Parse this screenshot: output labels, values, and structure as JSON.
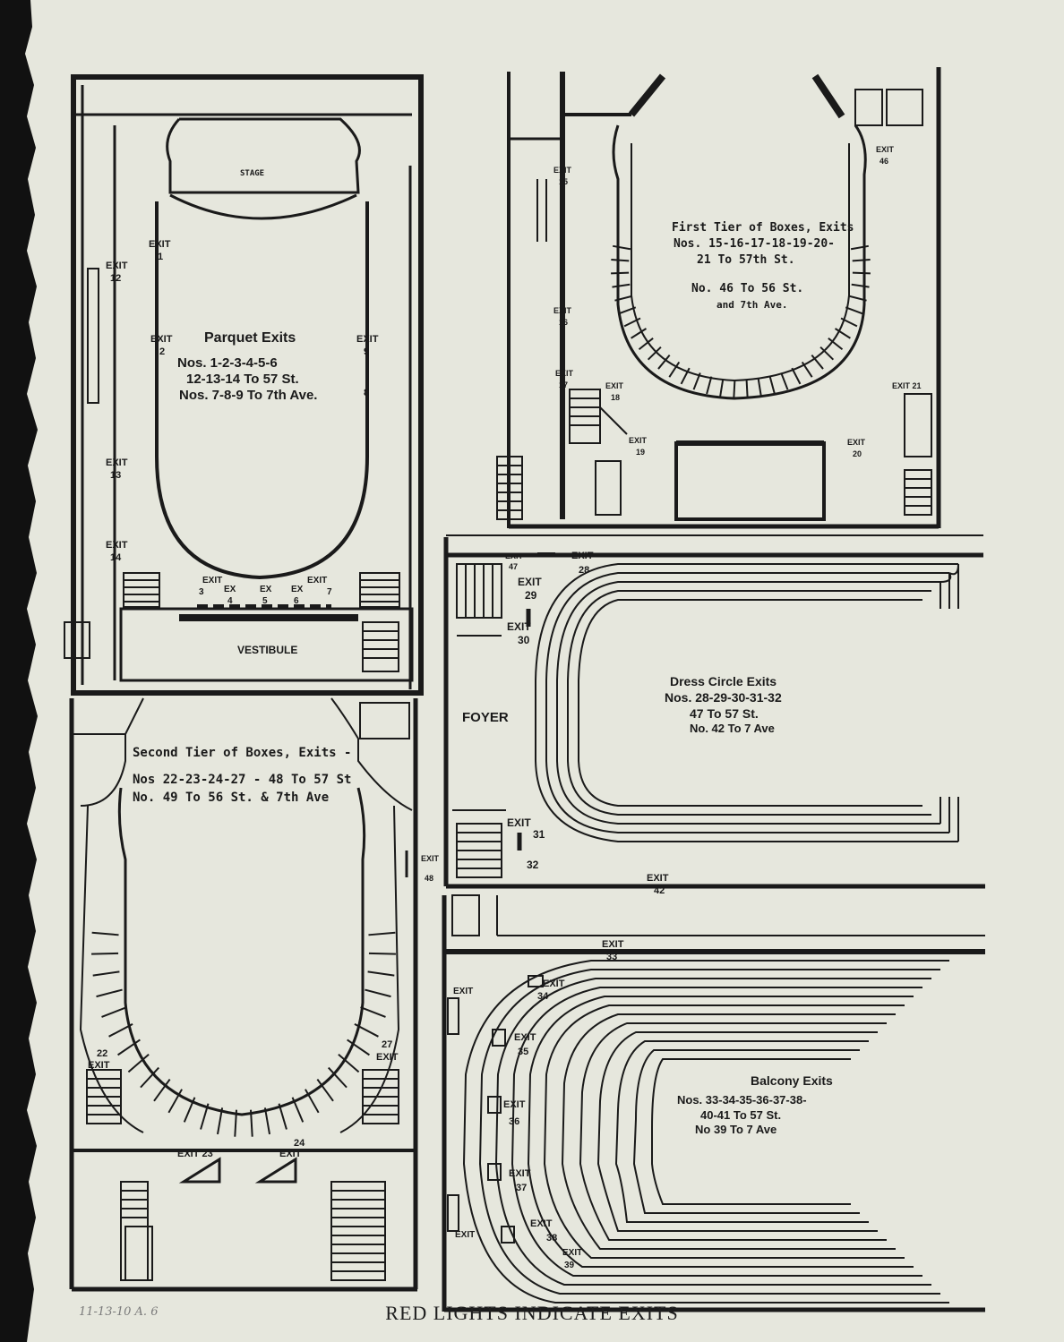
{
  "caption": "RED LIGHTS INDICATE EXITS",
  "pencil_note": "11-13-10 A. 6",
  "colors": {
    "paper": "#e6e7dd",
    "ink": "#1a1a1a",
    "scan_border": "#111111"
  },
  "parquet": {
    "stage": "STAGE",
    "title": "Parquet Exits",
    "lines": [
      "Nos. 1-2-3-4-5-6",
      "12-13-14 To 57 St.",
      "Nos. 7-8-9 To 7th Ave."
    ],
    "vestibule": "VESTIBULE",
    "exits": {
      "e1": [
        "EXIT",
        "1"
      ],
      "e2": [
        "EXIT",
        "2"
      ],
      "e12": [
        "EXIT",
        "12"
      ],
      "e13": [
        "EXIT",
        "13"
      ],
      "e14": [
        "EXIT",
        "14"
      ],
      "e9": [
        "EXIT",
        "9"
      ],
      "e8": "8",
      "e3": [
        "EXIT",
        "3"
      ],
      "e4": [
        "EX",
        "4"
      ],
      "e5": [
        "EX",
        "5"
      ],
      "e6": [
        "EX",
        "6"
      ],
      "e7": [
        "EXIT",
        "7"
      ]
    }
  },
  "first_tier": {
    "title": "First Tier of Boxes, Exits",
    "lines": [
      "Nos. 15-16-17-18-19-20-",
      "21 To 57th St.",
      "No. 46 To 56 St.",
      "and 7th Ave."
    ],
    "exits": {
      "e15": [
        "EXIT",
        "15"
      ],
      "e16": [
        "EXIT",
        "16"
      ],
      "e17": [
        "EXIT",
        "17"
      ],
      "e18": [
        "EXIT",
        "18"
      ],
      "e19": [
        "EXIT",
        "19"
      ],
      "e20": [
        "EXIT",
        "20"
      ],
      "e46": [
        "EXIT",
        "46"
      ],
      "e21": "EXIT 21"
    }
  },
  "dress_circle": {
    "title": "Dress Circle Exits",
    "lines": [
      "Nos. 28-29-30-31-32",
      "47 To 57 St.",
      "No. 42 To 7 Ave"
    ],
    "foyer": "FOYER",
    "exits": {
      "e47": [
        "EXIT",
        "47"
      ],
      "e28": [
        "EXIT",
        "28"
      ],
      "e29": [
        "EXIT",
        "29"
      ],
      "e30": [
        "EXIT",
        "30"
      ],
      "e31": [
        "EXIT",
        "31"
      ],
      "e32": "32",
      "e42": [
        "EXIT",
        "42"
      ]
    }
  },
  "second_tier": {
    "title": "Second Tier of Boxes, Exits -",
    "lines": [
      "Nos 22-23-24-27 - 48 To 57 St",
      "No. 49 To 56 St. & 7th Ave"
    ],
    "exits": {
      "e22": [
        "22",
        "EXIT"
      ],
      "e27": [
        "27",
        "EXIT"
      ],
      "e23": "EXIT 23",
      "e24": [
        "24",
        "EXIT"
      ],
      "e48": [
        "EXIT",
        "48"
      ]
    }
  },
  "balcony": {
    "title": "Balcony Exits",
    "lines": [
      "Nos. 33-34-35-36-37-38-",
      "40-41 To 57 St.",
      "No 39 To 7 Ave"
    ],
    "exits": {
      "e33": [
        "EXIT",
        "33"
      ],
      "e34": [
        "EXIT",
        "34"
      ],
      "e35": [
        "EXIT",
        "35"
      ],
      "e36": [
        "EXIT",
        "36"
      ],
      "e37": [
        "EXIT",
        "37"
      ],
      "e38": [
        "EXIT",
        "38"
      ],
      "e39": [
        "EXIT",
        "39"
      ],
      "left_top": "EXIT",
      "left_bottom": "EXIT"
    }
  }
}
